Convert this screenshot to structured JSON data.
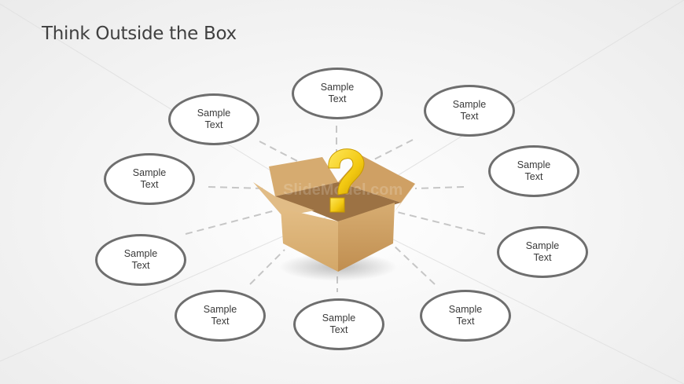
{
  "slide": {
    "title": "Think Outside the Box",
    "center_graphic": "open-cardboard-box-with-question-mark",
    "watermark": "SlideModel.com",
    "colors": {
      "ellipse_border": "#6e6e6e",
      "ellipse_fill": "#ffffff",
      "dash_line": "#c8c8c8",
      "box_front": "#d9b27a",
      "box_side": "#c9985a",
      "question_mark": "#f2c811",
      "title_text": "#404040"
    },
    "nodes": [
      {
        "id": "top",
        "line1": "Sample",
        "line2": "Text"
      },
      {
        "id": "top-right",
        "line1": "Sample",
        "line2": "Text"
      },
      {
        "id": "right-upper",
        "line1": "Sample",
        "line2": "Text"
      },
      {
        "id": "right-lower",
        "line1": "Sample",
        "line2": "Text"
      },
      {
        "id": "bottom-right",
        "line1": "Sample",
        "line2": "Text"
      },
      {
        "id": "bottom",
        "line1": "Sample",
        "line2": "Text"
      },
      {
        "id": "bottom-left",
        "line1": "Sample",
        "line2": "Text"
      },
      {
        "id": "left-lower",
        "line1": "Sample",
        "line2": "Text"
      },
      {
        "id": "left-upper",
        "line1": "Sample",
        "line2": "Text"
      },
      {
        "id": "top-left",
        "line1": "Sample",
        "line2": "Text"
      }
    ]
  }
}
